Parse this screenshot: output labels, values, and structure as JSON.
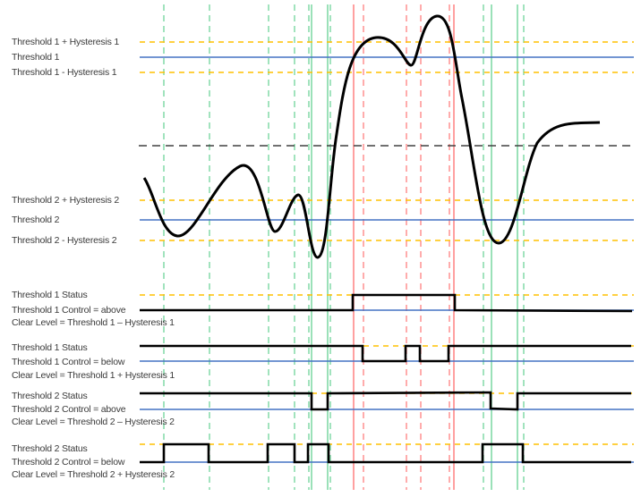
{
  "colors": {
    "threshold": "#4472C4",
    "hysteresis": "#FFC000",
    "signal": "#000000",
    "midline": "#404040",
    "green_marker": "#2ECC71",
    "red_marker": "#FF5050"
  },
  "top_labels": {
    "t1_plus": "Threshold 1 + Hysteresis 1",
    "t1": "Threshold 1",
    "t1_minus": "Threshold 1 - Hysteresis 1",
    "t2_plus": "Threshold 2 + Hysteresis 2",
    "t2": "Threshold 2",
    "t2_minus": "Threshold 2 - Hysteresis 2"
  },
  "status_panels": [
    {
      "status": "Threshold 1 Status",
      "control": "Threshold 1 Control = above",
      "clear": "Clear Level = Threshold 1 – Hysteresis 1"
    },
    {
      "status": "Threshold 1 Status",
      "control": "Threshold 1 Control = below",
      "clear": "Clear Level = Threshold 1 + Hysteresis 1"
    },
    {
      "status": "Threshold 2 Status",
      "control": "Threshold 2 Control = above",
      "clear": "Clear Level = Threshold 2 – Hysteresis 2"
    },
    {
      "status": "Threshold 2 Status",
      "control": "Threshold 2 Control = below",
      "clear": "Clear Level = Threshold 2 + Hysteresis 2"
    }
  ],
  "markers": {
    "green_dashed_x": [
      183,
      234,
      300,
      329,
      345,
      369,
      540,
      585
    ],
    "green_solid_x": [
      348,
      366,
      549,
      578
    ],
    "red_dashed_x": [
      406,
      454,
      470,
      502
    ],
    "red_solid_x": [
      395,
      507
    ]
  }
}
